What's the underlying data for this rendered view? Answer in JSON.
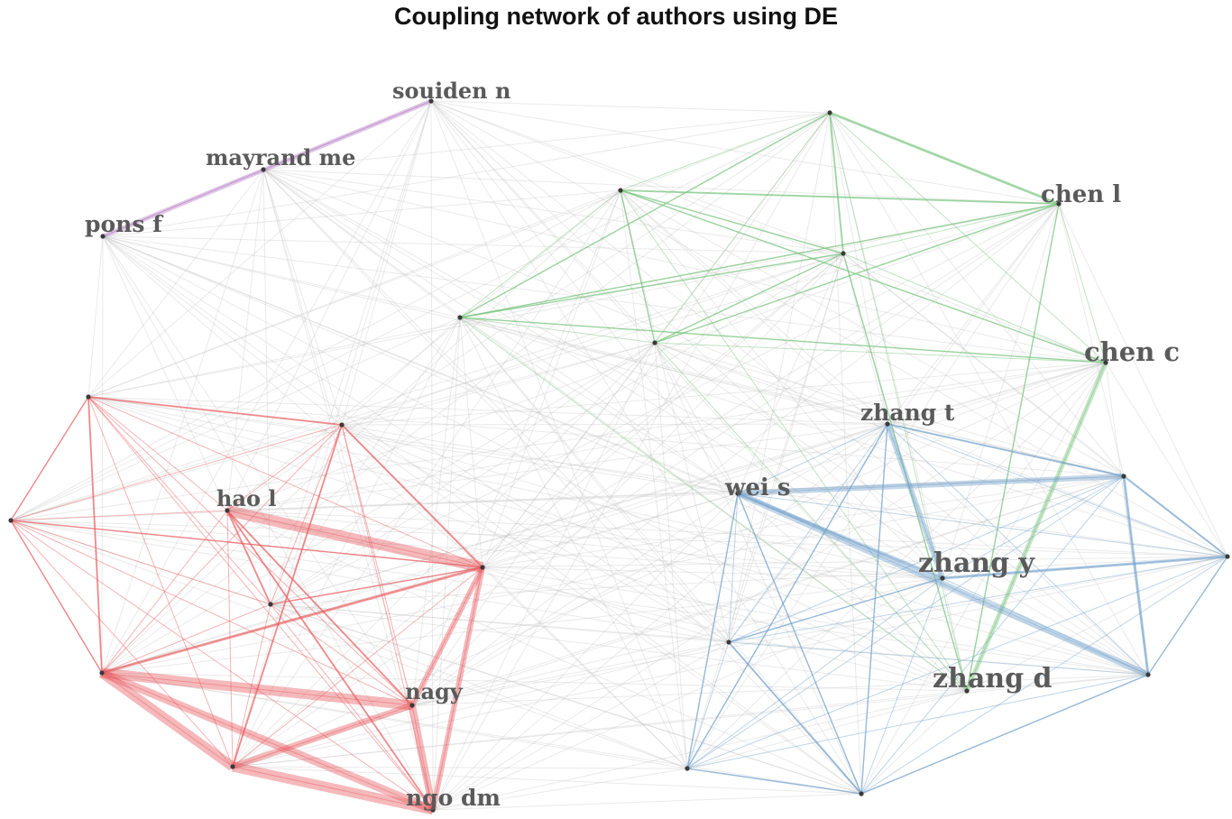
{
  "title": "Coupling network of authors using DE",
  "colors": {
    "red": "#e8595d",
    "green": "#74c27a",
    "blue": "#6f9fca",
    "purple": "#b57ec4",
    "gray": "#c4c4c4"
  },
  "nodes": [
    {
      "id": "souiden",
      "label": "souiden n",
      "cluster": "purple"
    },
    {
      "id": "mayrand",
      "label": "mayrand me",
      "cluster": "purple"
    },
    {
      "id": "pons",
      "label": "pons f",
      "cluster": "purple"
    },
    {
      "id": "g1",
      "label": "",
      "cluster": "green"
    },
    {
      "id": "g2",
      "label": "",
      "cluster": "green"
    },
    {
      "id": "chenl",
      "label": "chen l",
      "cluster": "green"
    },
    {
      "id": "g3",
      "label": "",
      "cluster": "green"
    },
    {
      "id": "g4",
      "label": "",
      "cluster": "green"
    },
    {
      "id": "g5",
      "label": "",
      "cluster": "green"
    },
    {
      "id": "chenc",
      "label": "chen c",
      "cluster": "green"
    },
    {
      "id": "zhangd",
      "label": "zhang d",
      "cluster": "green"
    },
    {
      "id": "zhangt",
      "label": "zhang t",
      "cluster": "blue"
    },
    {
      "id": "weis",
      "label": "wei s",
      "cluster": "blue"
    },
    {
      "id": "zhangy",
      "label": "zhang y",
      "cluster": "blue"
    },
    {
      "id": "b1",
      "label": "",
      "cluster": "blue"
    },
    {
      "id": "b2",
      "label": "",
      "cluster": "blue"
    },
    {
      "id": "b3",
      "label": "",
      "cluster": "blue"
    },
    {
      "id": "b4",
      "label": "",
      "cluster": "blue"
    },
    {
      "id": "b5",
      "label": "",
      "cluster": "blue"
    },
    {
      "id": "b6",
      "label": "",
      "cluster": "blue"
    },
    {
      "id": "r1",
      "label": "",
      "cluster": "red"
    },
    {
      "id": "r2",
      "label": "",
      "cluster": "red"
    },
    {
      "id": "r3",
      "label": "",
      "cluster": "red"
    },
    {
      "id": "haol",
      "label": "hao l",
      "cluster": "red"
    },
    {
      "id": "r4",
      "label": "",
      "cluster": "red"
    },
    {
      "id": "r5",
      "label": "",
      "cluster": "red"
    },
    {
      "id": "r6",
      "label": "",
      "cluster": "red"
    },
    {
      "id": "nagy",
      "label": "nagy",
      "cluster": "red"
    },
    {
      "id": "r7",
      "label": "",
      "cluster": "red"
    },
    {
      "id": "ngodm",
      "label": "ngo dm",
      "cluster": "red"
    }
  ],
  "strong_edges": [
    [
      "souiden",
      "pons",
      5,
      "purple"
    ],
    [
      "g1",
      "chenl",
      3,
      "green"
    ],
    [
      "g1",
      "g3",
      2,
      "green"
    ],
    [
      "g2",
      "chenl",
      2,
      "green"
    ],
    [
      "g2",
      "g3",
      1.5,
      "green"
    ],
    [
      "g2",
      "chenc",
      1.5,
      "green"
    ],
    [
      "g4",
      "g3",
      1.5,
      "green"
    ],
    [
      "g4",
      "chenl",
      1.5,
      "green"
    ],
    [
      "g4",
      "chenc",
      1.5,
      "green"
    ],
    [
      "g5",
      "g3",
      1.5,
      "green"
    ],
    [
      "g5",
      "chenl",
      1.5,
      "green"
    ],
    [
      "g1",
      "g4",
      1.5,
      "green"
    ],
    [
      "g2",
      "g5",
      1.5,
      "green"
    ],
    [
      "g3",
      "zhangd",
      1.5,
      "green"
    ],
    [
      "chenl",
      "zhangd",
      1.5,
      "green"
    ],
    [
      "chenc",
      "zhangd",
      5,
      "green"
    ],
    [
      "weis",
      "b1",
      6,
      "blue"
    ],
    [
      "weis",
      "b3",
      7,
      "blue"
    ],
    [
      "weis",
      "zhangy",
      4,
      "blue"
    ],
    [
      "zhangt",
      "zhangy",
      6,
      "blue"
    ],
    [
      "zhangt",
      "b1",
      2,
      "blue"
    ],
    [
      "zhangy",
      "b2",
      3,
      "blue"
    ],
    [
      "b1",
      "b3",
      3,
      "blue"
    ],
    [
      "b1",
      "b2",
      2,
      "blue"
    ],
    [
      "b4",
      "b6",
      2,
      "blue"
    ],
    [
      "b5",
      "b6",
      1.5,
      "blue"
    ],
    [
      "b6",
      "b3",
      1.5,
      "blue"
    ],
    [
      "weis",
      "b5",
      1.5,
      "blue"
    ],
    [
      "weis",
      "b6",
      1.5,
      "blue"
    ],
    [
      "b4",
      "zhangy",
      1.5,
      "blue"
    ],
    [
      "zhangt",
      "b6",
      1.5,
      "blue"
    ],
    [
      "b2",
      "b3",
      1.5,
      "blue"
    ],
    [
      "b5",
      "zhangt",
      1.5,
      "blue"
    ],
    [
      "haol",
      "r4",
      12,
      "red"
    ],
    [
      "r6",
      "nagy",
      11,
      "red"
    ],
    [
      "r6",
      "r7",
      11,
      "red"
    ],
    [
      "r7",
      "ngodm",
      11,
      "red"
    ],
    [
      "r6",
      "ngodm",
      9,
      "red"
    ],
    [
      "nagy",
      "ngodm",
      8,
      "red"
    ],
    [
      "r7",
      "nagy",
      7,
      "red"
    ],
    [
      "r4",
      "nagy",
      6,
      "red"
    ],
    [
      "r4",
      "ngodm",
      6,
      "red"
    ],
    [
      "r1",
      "r3",
      2,
      "red"
    ],
    [
      "r1",
      "r6",
      2,
      "red"
    ],
    [
      "r3",
      "r7",
      2,
      "red"
    ],
    [
      "r3",
      "r4",
      2,
      "red"
    ],
    [
      "haol",
      "r5",
      2,
      "red"
    ],
    [
      "haol",
      "nagy",
      2,
      "red"
    ],
    [
      "haol",
      "ngodm",
      2,
      "red"
    ],
    [
      "r5",
      "r4",
      1.5,
      "red"
    ],
    [
      "r6",
      "r4",
      3,
      "red"
    ],
    [
      "r2",
      "r4",
      1.5,
      "red"
    ],
    [
      "r2",
      "r6",
      1.5,
      "red"
    ],
    [
      "r1",
      "r2",
      1.5,
      "red"
    ]
  ]
}
